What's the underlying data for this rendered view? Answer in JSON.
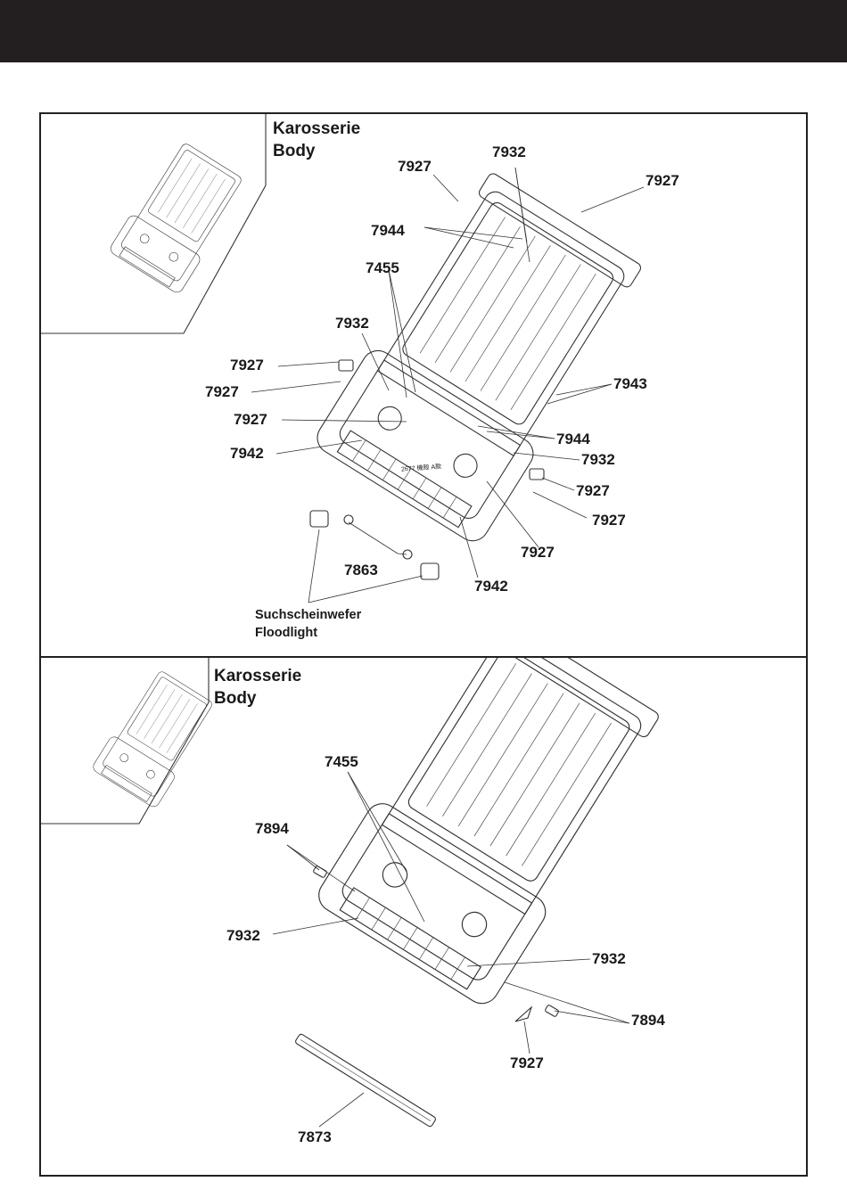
{
  "panels": [
    {
      "heading_de": "Karosserie",
      "heading_en": "Body",
      "part_labels": [
        "7927",
        "7932",
        "7927",
        "7944",
        "7455",
        "7932",
        "7927",
        "7927",
        "7927",
        "7942",
        "7943",
        "7944",
        "7932",
        "7927",
        "7927",
        "7927",
        "7863",
        "7942"
      ],
      "chassis_stamp": "2677 機殼 A款",
      "floodlight_de": "Suchscheinwefer",
      "floodlight_en": "Floodlight"
    },
    {
      "heading_de": "Karosserie",
      "heading_en": "Body",
      "part_labels": [
        "7455",
        "7894",
        "7932",
        "7932",
        "7894",
        "7927",
        "7873"
      ]
    }
  ]
}
